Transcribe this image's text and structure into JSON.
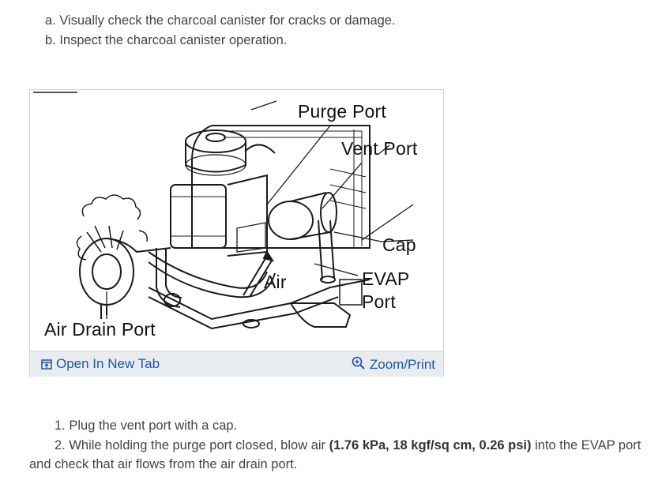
{
  "intro": {
    "line_a": "a. Visually check the charcoal canister for cracks or damage.",
    "line_b": "b. Inspect the charcoal canister operation."
  },
  "figure": {
    "labels": {
      "purge_port": "Purge Port",
      "vent_port": "Vent Port",
      "cap": "Cap",
      "evap": "EVAP",
      "port": "Port",
      "air": "Air",
      "air_drain_port": "Air Drain Port"
    },
    "toolbar": {
      "open_new_tab": "Open In New Tab",
      "zoom_print": "Zoom/Print"
    },
    "icons": [
      "open-new-tab-icon",
      "zoom-icon"
    ]
  },
  "steps": {
    "step1": "1. Plug the vent port with a cap.",
    "step2_prefix": "2. While holding the purge port closed, blow air ",
    "step2_bold": "(1.76 kPa, 18 kgf/sq cm, 0.26 psi)",
    "step2_suffix": " into the EVAP port and check that air flows from the air drain port."
  },
  "colors": {
    "link": "#1a57a8",
    "toolbar_bg": "#e9ecef",
    "border": "#cfd3d8",
    "text": "#444444"
  }
}
